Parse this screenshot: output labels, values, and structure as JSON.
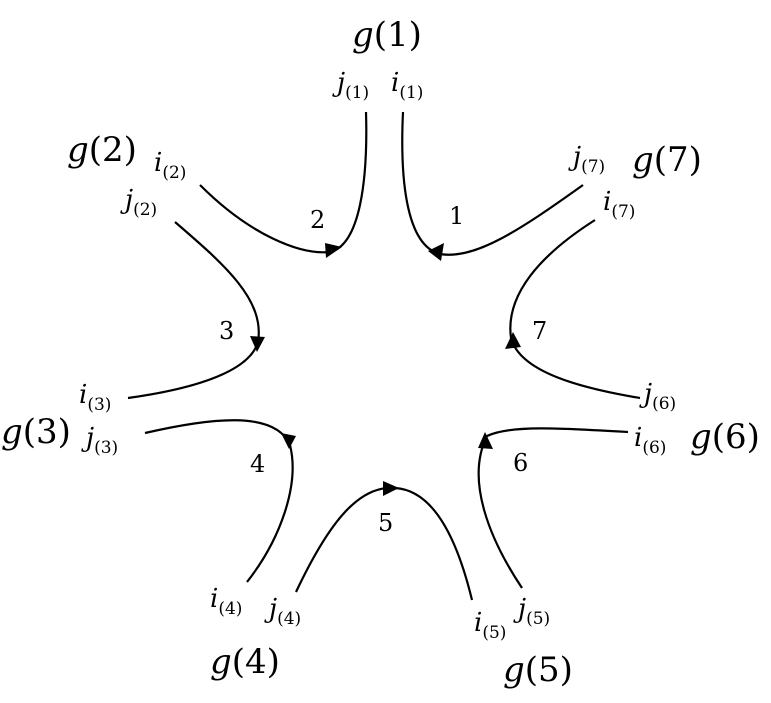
{
  "groups": [
    {
      "id": "1",
      "name": "g",
      "arg": "1"
    },
    {
      "id": "2",
      "name": "g",
      "arg": "2"
    },
    {
      "id": "3",
      "name": "g",
      "arg": "3"
    },
    {
      "id": "4",
      "name": "g",
      "arg": "4"
    },
    {
      "id": "5",
      "name": "g",
      "arg": "5"
    },
    {
      "id": "6",
      "name": "g",
      "arg": "6"
    },
    {
      "id": "7",
      "name": "g",
      "arg": "7"
    }
  ],
  "endpoints": {
    "j1": {
      "letter": "j",
      "sub": "(1)"
    },
    "i1": {
      "letter": "i",
      "sub": "(1)"
    },
    "i2": {
      "letter": "i",
      "sub": "(2)"
    },
    "j2": {
      "letter": "j",
      "sub": "(2)"
    },
    "i3": {
      "letter": "i",
      "sub": "(3)"
    },
    "j3": {
      "letter": "j",
      "sub": "(3)"
    },
    "i4": {
      "letter": "i",
      "sub": "(4)"
    },
    "j4": {
      "letter": "j",
      "sub": "(4)"
    },
    "i5": {
      "letter": "i",
      "sub": "(5)"
    },
    "j5": {
      "letter": "j",
      "sub": "(5)"
    },
    "j6": {
      "letter": "j",
      "sub": "(6)"
    },
    "i6": {
      "letter": "i",
      "sub": "(6)"
    },
    "j7": {
      "letter": "j",
      "sub": "(7)"
    },
    "i7": {
      "letter": "i",
      "sub": "(7)"
    }
  },
  "edges": [
    {
      "id": "1",
      "label": "1"
    },
    {
      "id": "2",
      "label": "2"
    },
    {
      "id": "3",
      "label": "3"
    },
    {
      "id": "4",
      "label": "4"
    },
    {
      "id": "5",
      "label": "5"
    },
    {
      "id": "6",
      "label": "6"
    },
    {
      "id": "7",
      "label": "7"
    }
  ]
}
